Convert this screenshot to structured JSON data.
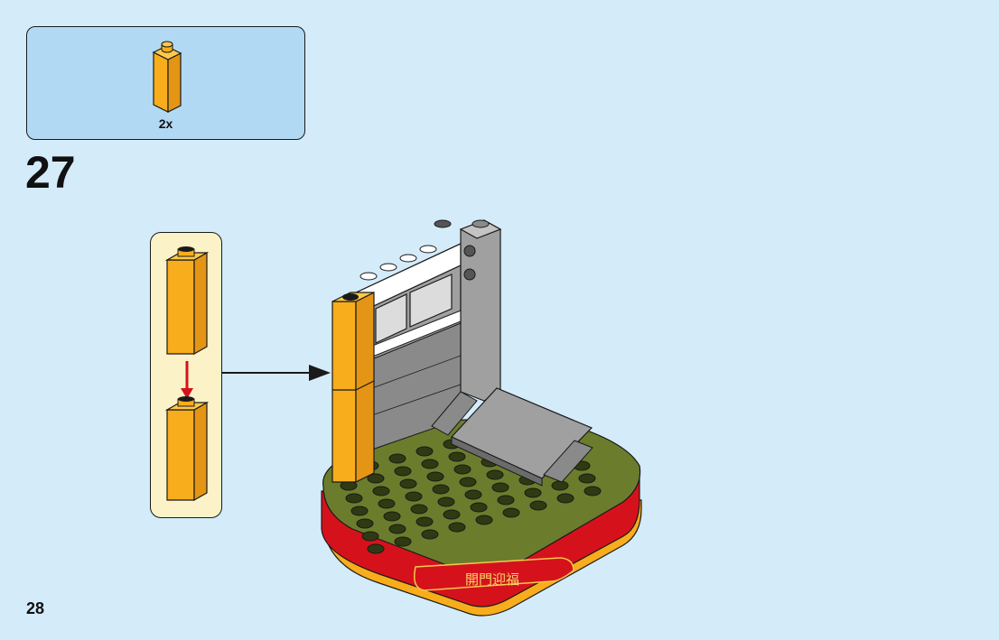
{
  "parts_list": {
    "count_label": "2x",
    "part": "orange-brick-1x1x3"
  },
  "step": {
    "number": "27"
  },
  "page": {
    "number": "28"
  },
  "sub_assembly": {
    "parts": [
      "orange-brick-1x1x3",
      "orange-brick-1x1x3"
    ],
    "arrow": "red-down-arrow"
  },
  "model": {
    "banner_text": "開門迎福",
    "description_colors": {
      "orange": "#f7ad1c",
      "red": "#d5121c",
      "olive": "#6b7d2c",
      "gray": "#a0a0a0",
      "dark_gray": "#6b6b6b"
    }
  }
}
